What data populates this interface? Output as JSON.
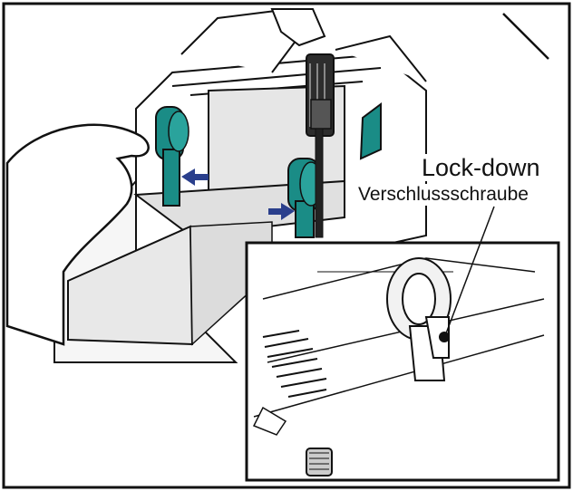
{
  "labels": {
    "primary": "Lock-down",
    "secondary": "Verschlussschraube"
  },
  "colors": {
    "guide_teal": "#1a8c86",
    "arrow_blue": "#2a3f8c",
    "paper_gray": "#e6e6e6",
    "line": "#111111"
  },
  "icons": {
    "arrow": "blue-push-arrow",
    "hand": "hand-outline"
  }
}
